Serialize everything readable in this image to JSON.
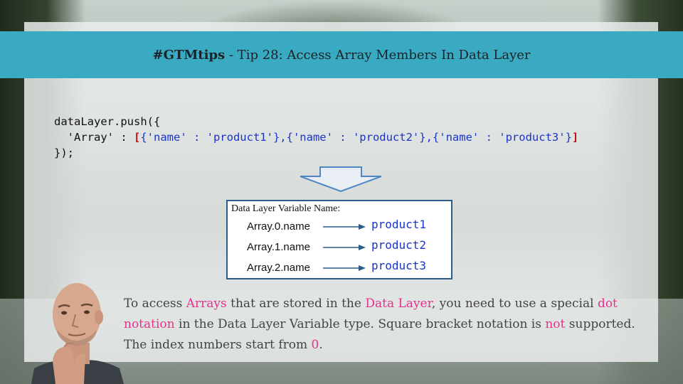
{
  "header": {
    "tag": "#GTMtips",
    "title": " - Tip 28: Access Array Members In Data Layer"
  },
  "code": {
    "line1": "dataLayer.push({",
    "line2_prefix": "  'Array' : ",
    "open_bracket": "[",
    "array_content": "{'name' : 'product1'},{'name' : 'product2'},{'name' : 'product3'}",
    "close_bracket": "]",
    "line3": "});"
  },
  "variable_box": {
    "title": "Data Layer Variable Name:",
    "rows": [
      {
        "name": "Array.0.name",
        "value": "product1"
      },
      {
        "name": "Array.1.name",
        "value": "product2"
      },
      {
        "name": "Array.2.name",
        "value": "product3"
      }
    ]
  },
  "description": {
    "p1": "To access ",
    "h1": "Arrays",
    "p2": " that are stored in the ",
    "h2": "Data Layer",
    "p3": ", you need to use a special ",
    "h3": "dot notation",
    "p4": " in the Data Layer Variable type. Square bracket notation is ",
    "h4": "not",
    "p5": " supported. The index numbers start from ",
    "h5": "0",
    "p6": "."
  },
  "colors": {
    "header_bg": "#3aa9c2",
    "highlight": "#e3338a",
    "code_string": "#1b34c9",
    "bracket": "#c1121a",
    "arrow": "#4f86c6"
  },
  "icons": {
    "down_arrow": "down-arrow-icon",
    "row_arrow": "right-arrow-icon",
    "presenter": "presenter-photo"
  }
}
